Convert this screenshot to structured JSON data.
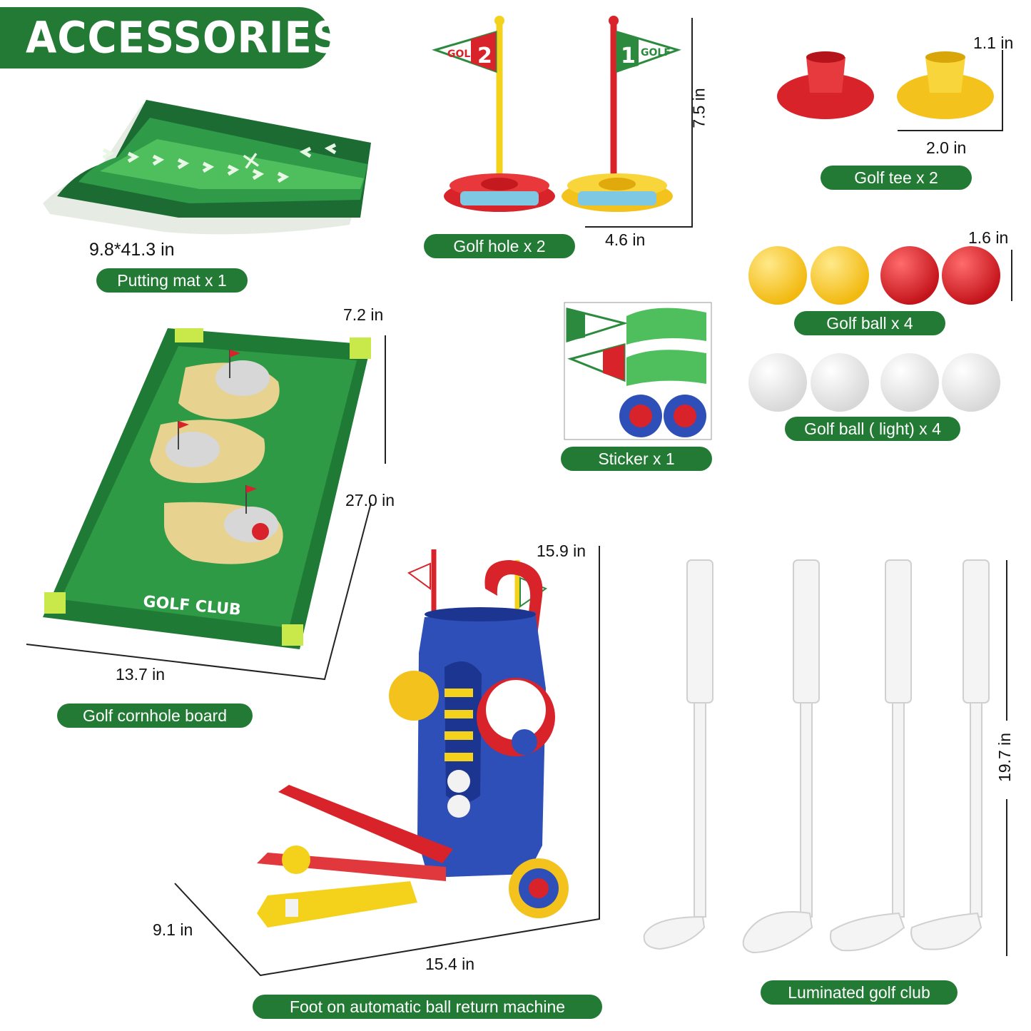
{
  "header": {
    "title": "ACCESSORIES"
  },
  "items": {
    "putting_mat": {
      "label": "Putting mat x 1",
      "dimension": "9.8*41.3 in"
    },
    "golf_hole": {
      "label": "Golf hole x 2",
      "width": "4.6 in",
      "height": "7.5 in",
      "flag_1": "1",
      "flag_2": "2",
      "flag_text": "GOLF"
    },
    "golf_tee": {
      "label": "Golf tee x 2",
      "height": "1.1 in",
      "width": "2.0 in"
    },
    "golf_ball": {
      "label": "Golf ball x 4",
      "size": "1.6 in"
    },
    "golf_ball_light": {
      "label": "Golf ball ( light) x 4"
    },
    "sticker": {
      "label": "Sticker x 1"
    },
    "cornhole_board": {
      "label": "Golf cornhole board",
      "width_top": "7.2 in",
      "length": "27.0 in",
      "width": "13.7 in",
      "brand": "GOLF CLUB"
    },
    "ball_return_machine": {
      "label": "Foot on automatic ball return machine",
      "height": "15.9 in",
      "depth": "9.1 in",
      "width": "15.4 in"
    },
    "golf_club": {
      "label": "Luminated golf club",
      "length": "19.7 in"
    }
  },
  "colors": {
    "brand_green": "#237a35",
    "ball_yellow": "#f5c518",
    "ball_red": "#d8232a",
    "ball_white": "#f2f2f2",
    "bag_blue": "#2f4fb8"
  }
}
